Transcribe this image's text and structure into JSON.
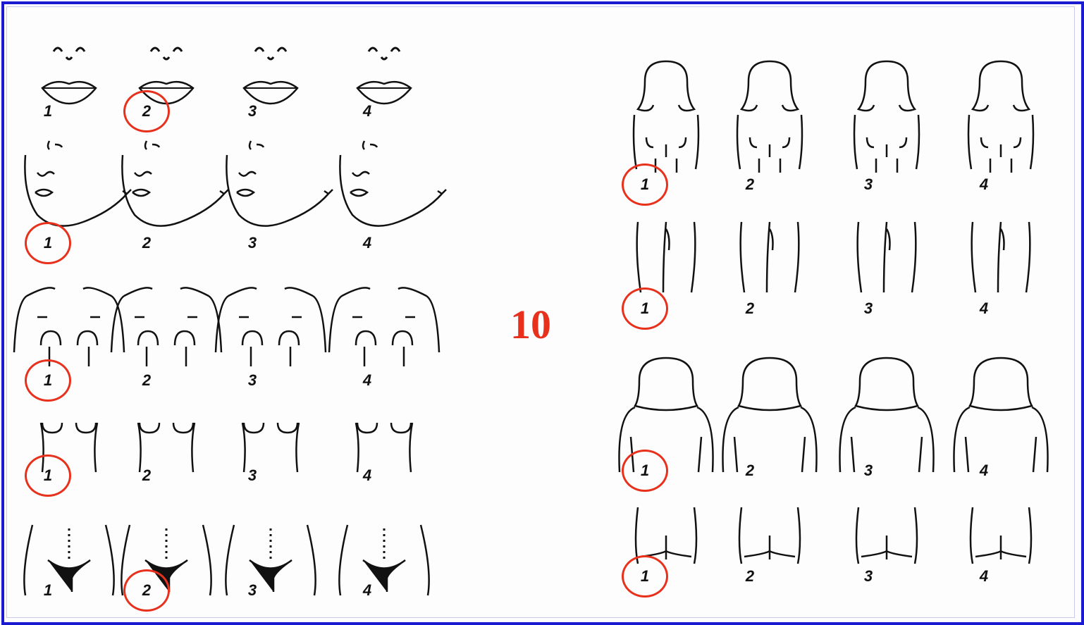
{
  "total_score": "10",
  "accent_color": "#e8311c",
  "frame_color": "#1a1ad0",
  "left_panel": {
    "rows": [
      {
        "region": "upper-lip",
        "labels": [
          "1",
          "2",
          "3",
          "4"
        ],
        "selected": "2"
      },
      {
        "region": "chin",
        "labels": [
          "1",
          "2",
          "3",
          "4"
        ],
        "selected": "1"
      },
      {
        "region": "chest",
        "labels": [
          "1",
          "2",
          "3",
          "4"
        ],
        "selected": "1"
      },
      {
        "region": "upper-abdomen",
        "labels": [
          "1",
          "2",
          "3",
          "4"
        ],
        "selected": "1"
      },
      {
        "region": "lower-abdomen",
        "labels": [
          "1",
          "2",
          "3",
          "4"
        ],
        "selected": "2"
      }
    ]
  },
  "right_panel": {
    "rows": [
      {
        "region": "upper-arm",
        "labels": [
          "1",
          "2",
          "3",
          "4"
        ],
        "selected": "1"
      },
      {
        "region": "thigh",
        "labels": [
          "1",
          "2",
          "3",
          "4"
        ],
        "selected": "1"
      },
      {
        "region": "upper-back",
        "labels": [
          "1",
          "2",
          "3",
          "4"
        ],
        "selected": "1"
      },
      {
        "region": "lower-back",
        "labels": [
          "1",
          "2",
          "3",
          "4"
        ],
        "selected": "1"
      }
    ]
  }
}
